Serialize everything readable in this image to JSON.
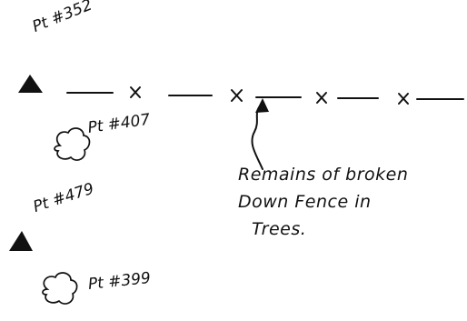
{
  "points": [
    {
      "id": "pt-352",
      "label": "Pt #352",
      "symbol": "triangle"
    },
    {
      "id": "pt-407",
      "label": "Pt #407",
      "symbol": "tree"
    },
    {
      "id": "pt-479",
      "label": "Pt #479",
      "symbol": "triangle"
    },
    {
      "id": "pt-399",
      "label": "Pt #399",
      "symbol": "tree"
    }
  ],
  "fence": {
    "marker": "x"
  },
  "note": {
    "line1": "Remains of broken",
    "line2": "Down Fence in",
    "line3": "Trees."
  },
  "colors": {
    "ink": "#111111",
    "paper": "#ffffff"
  }
}
